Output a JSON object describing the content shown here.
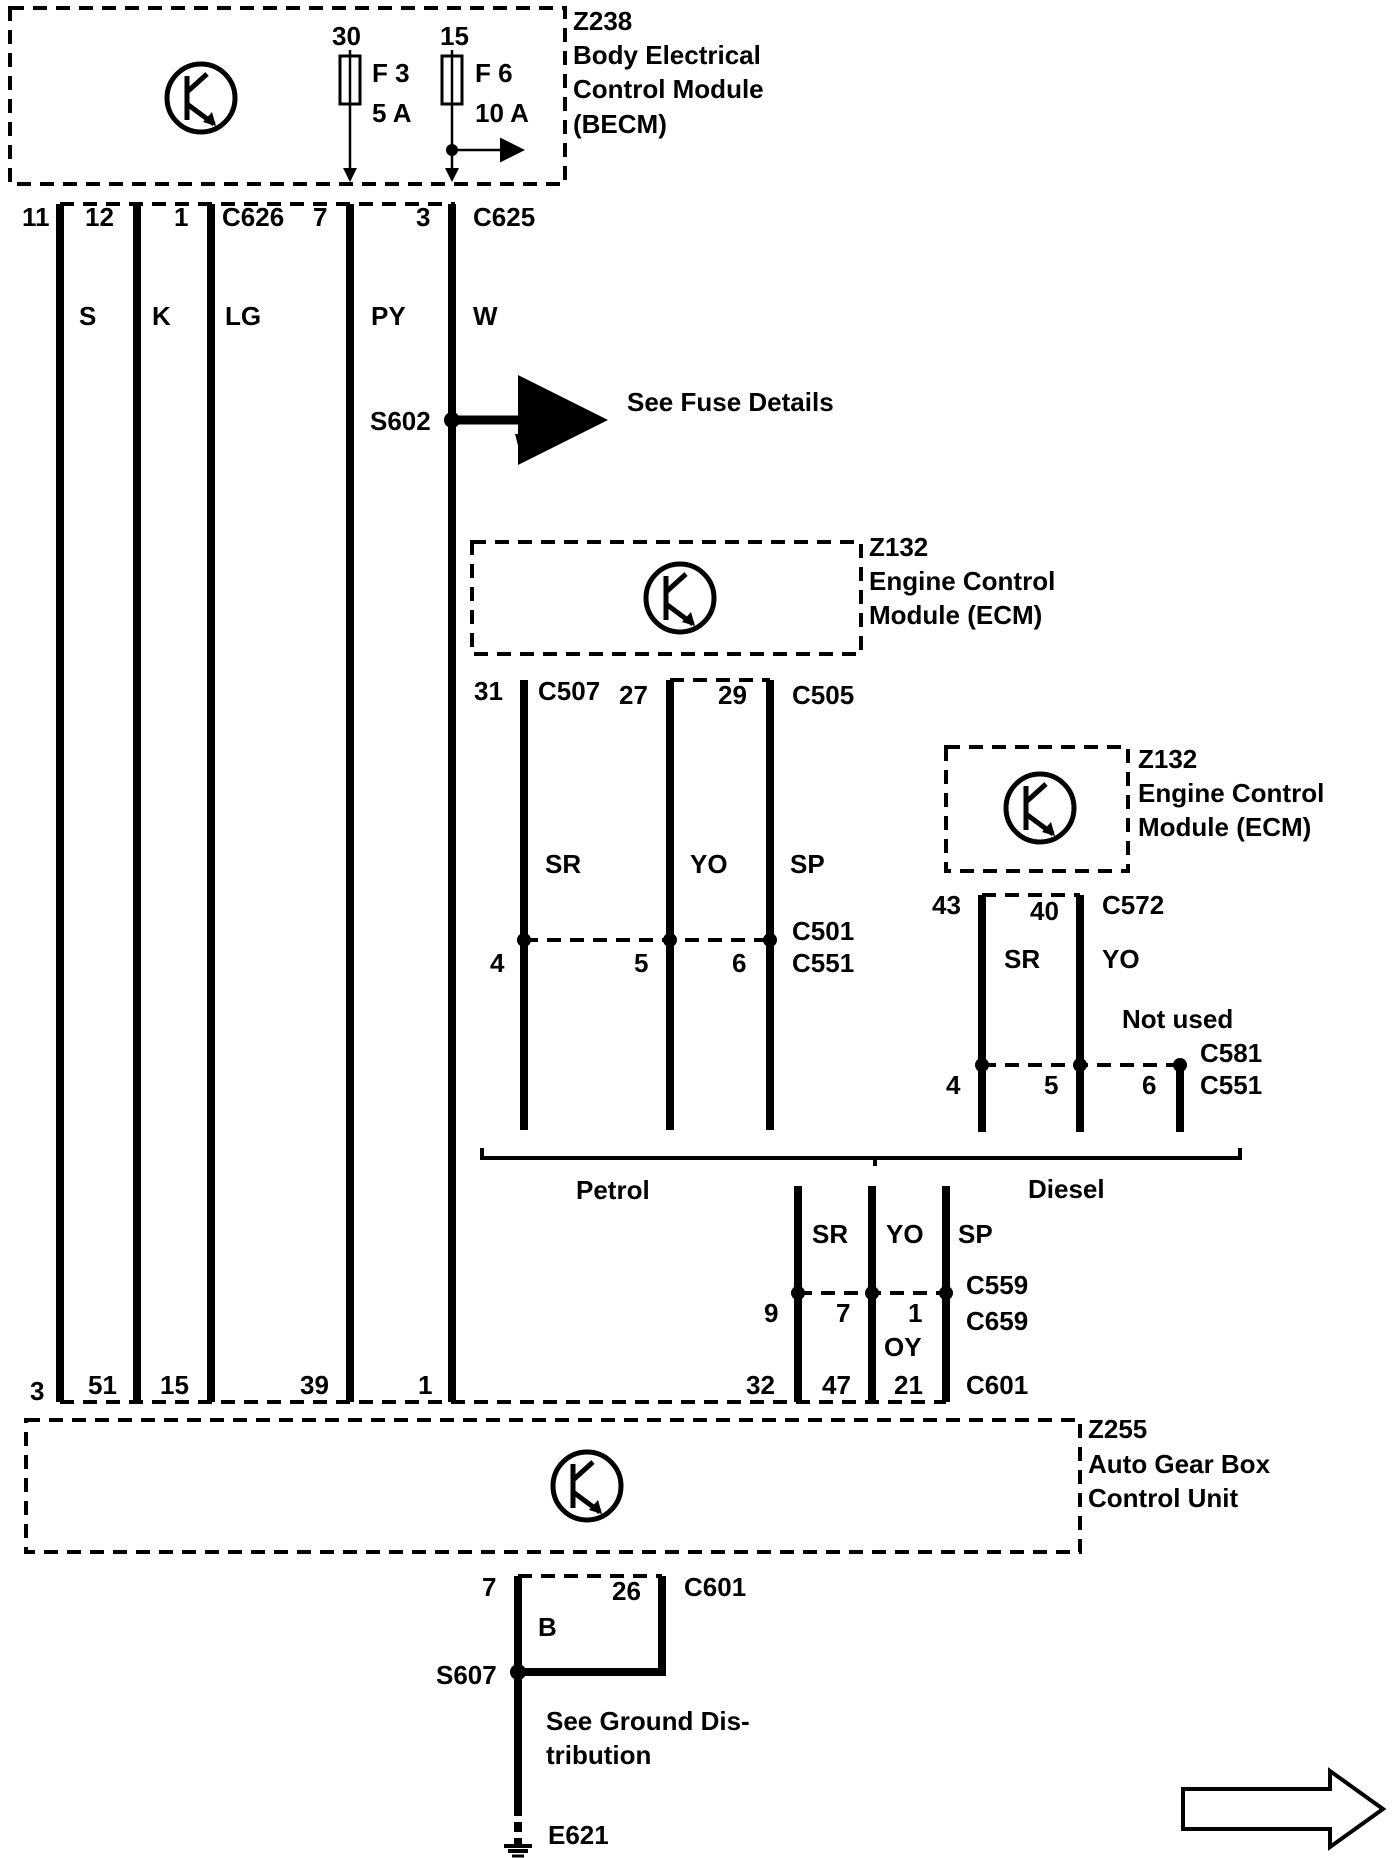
{
  "becm": {
    "id": "Z238",
    "name_line1": "Body Electrical",
    "name_line2": "Control Module",
    "name_line3": "(BECM)",
    "fuse_f3": {
      "terminal": "30",
      "name": "F 3",
      "rating": "5 A"
    },
    "fuse_f6": {
      "terminal": "15",
      "name": "F 6",
      "rating": "10 A"
    }
  },
  "becm_connectors": {
    "c626": {
      "name": "C626",
      "pins": [
        "11",
        "12",
        "1"
      ]
    },
    "c625": {
      "name": "C625",
      "pins": [
        "7",
        "3"
      ]
    }
  },
  "wires_top": [
    "S",
    "K",
    "LG",
    "PY",
    "W"
  ],
  "splice_s602": {
    "name": "S602",
    "wire": "W",
    "ref": "See Fuse Details"
  },
  "ecm_petrol": {
    "id": "Z132",
    "name_line1": "Engine Control",
    "name_line2": "Module (ECM)",
    "pin_31": "31",
    "conn_c507": "C507",
    "pin_27": "27",
    "pin_29": "29",
    "conn_c505": "C505",
    "wires": [
      "SR",
      "YO",
      "SP"
    ],
    "inline_conn_1": "C501",
    "inline_conn_2": "C551",
    "inline_pins": [
      "4",
      "5",
      "6"
    ]
  },
  "ecm_diesel": {
    "id": "Z132",
    "name_line1": "Engine Control",
    "name_line2": "Module (ECM)",
    "pin_43": "43",
    "pin_40": "40",
    "conn_c572": "C572",
    "wires": [
      "SR",
      "YO"
    ],
    "not_used": "Not used",
    "inline_conn_1": "C581",
    "inline_conn_2": "C551",
    "inline_pins": [
      "4",
      "5",
      "6"
    ]
  },
  "variants": {
    "left": "Petrol",
    "right": "Diesel"
  },
  "lower_bundle": {
    "wires": [
      "SR",
      "YO",
      "SP"
    ],
    "conn_c559": "C559",
    "conn_c659": "C659",
    "pins": [
      "9",
      "7",
      "1"
    ],
    "wire_oy": "OY"
  },
  "agb_connector": {
    "name": "C601",
    "pins": [
      "3",
      "51",
      "15",
      "39",
      "1",
      "32",
      "47",
      "21"
    ]
  },
  "agb": {
    "id": "Z255",
    "name_line1": "Auto Gear Box",
    "name_line2": "Control Unit"
  },
  "ground": {
    "pin_7": "7",
    "pin_26": "26",
    "conn": "C601",
    "wire": "B",
    "splice": "S607",
    "ref_line1": "See Ground Dis-",
    "ref_line2": "tribution",
    "ground_point": "E621"
  }
}
